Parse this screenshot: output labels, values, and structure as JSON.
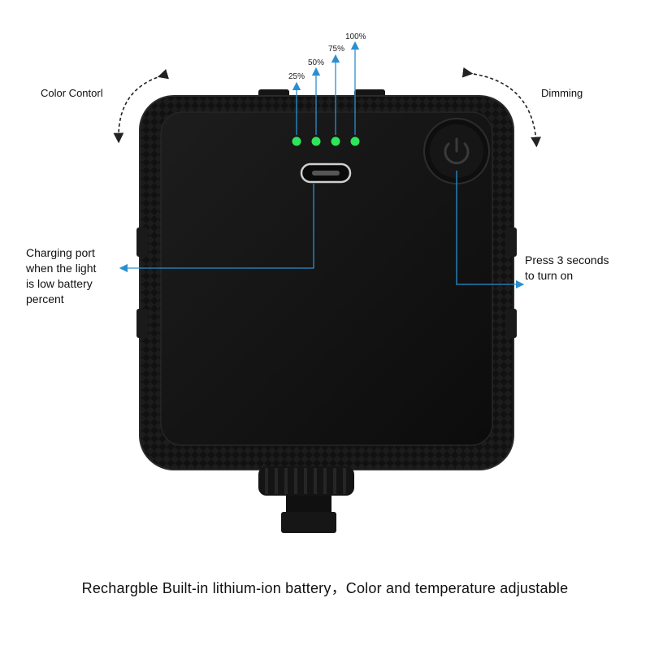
{
  "colors": {
    "body": "#141414",
    "body_edge": "#2a2a2a",
    "led": "#2ee65a",
    "arrow": "#2a8fd0",
    "text": "#111111"
  },
  "battery_levels": [
    "25%",
    "50%",
    "75%",
    "100%"
  ],
  "color_control_label": "Color Contorl",
  "dimming_label": "Dimming",
  "charging_label_lines": [
    "Charging port",
    "when the light",
    "is low battery",
    "percent"
  ],
  "power_label_lines": [
    "Press 3 seconds",
    "to turn on"
  ],
  "caption": "Rechargble Built-in lithium-ion battery，Color and temperature adjustable",
  "icons": {
    "power": "power-icon",
    "usb_c": "usb-c-port-icon",
    "rotate_left": "curved-double-arrow-icon",
    "rotate_right": "curved-double-arrow-icon"
  }
}
